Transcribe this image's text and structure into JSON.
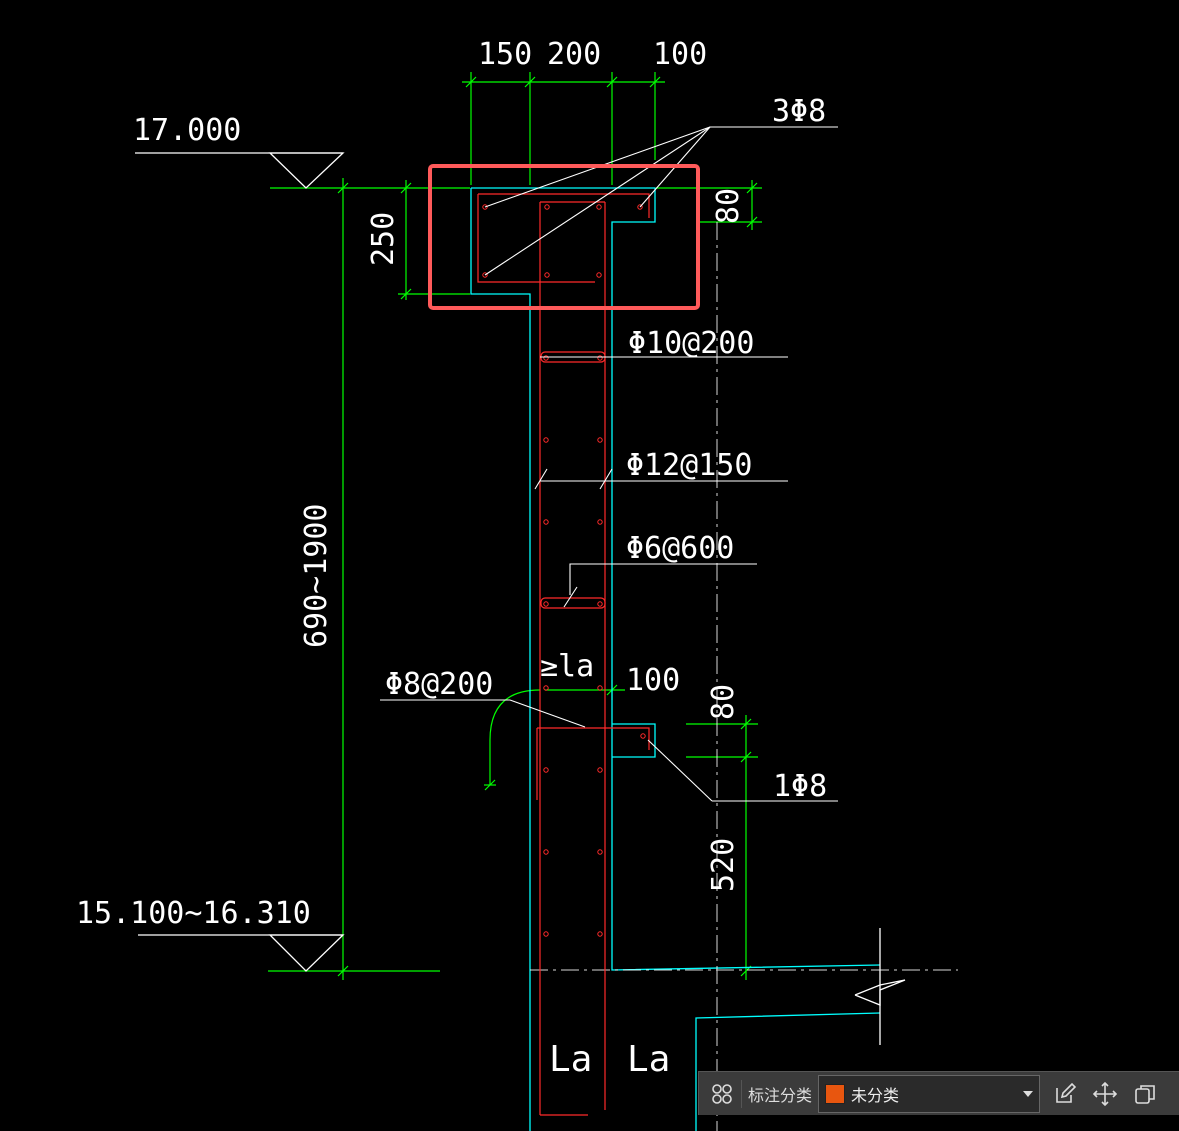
{
  "dims": {
    "top_w1": "150",
    "top_w2": "200",
    "top_w3": "100",
    "height_250": "250",
    "depth_80_top": "80",
    "total_height": "690~1900",
    "ledge_100": "100",
    "ledge_80": "80",
    "ledge_520": "520"
  },
  "levels": {
    "top": "17.000",
    "bottom": "15.100~16.310"
  },
  "rebar": {
    "top_bars": "3Φ8",
    "stirrup_top": "Φ10@200",
    "vertical": "Φ12@150",
    "tie": "Φ6@600",
    "hook": "Φ8@200",
    "ledge_bar": "1Φ8",
    "anchorage_min": "≥la",
    "anchorage_left": "La",
    "anchorage_right": "La"
  },
  "colors": {
    "background": "#000000",
    "dimension": "#00ff00",
    "outline": "#00ffff",
    "rebar": "#ff0000",
    "highlight": "#ff5555",
    "text": "#ffffff"
  },
  "toolbar": {
    "label": "标注分类",
    "category_value": "未分类",
    "category_color": "#e8560f"
  }
}
